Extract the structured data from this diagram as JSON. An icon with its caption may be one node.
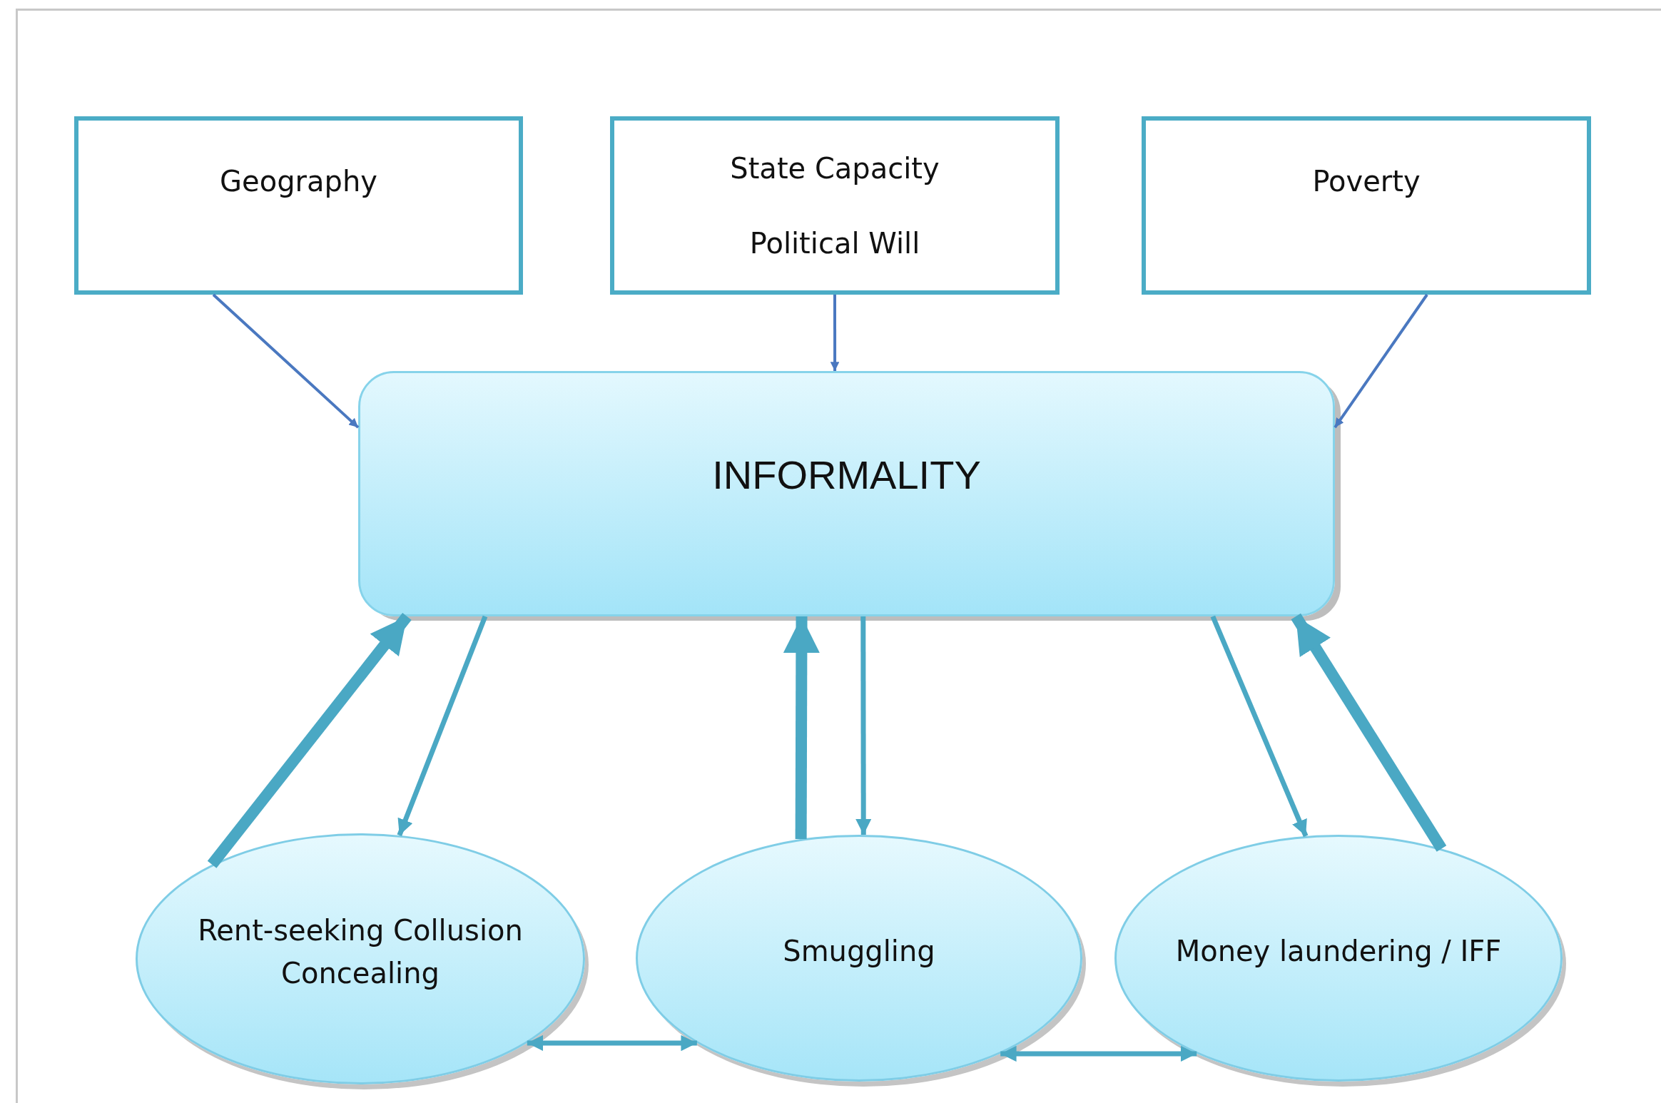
{
  "diagram": {
    "nodes": [
      {
        "text": [
          "Geography"
        ]
      },
      {
        "text": [
          "State Capacity",
          "Political Will"
        ]
      },
      {
        "text": [
          "Poverty"
        ]
      },
      {
        "text": [
          "INFORMALITY"
        ]
      },
      {
        "text": [
          "Rent-seeking Collusion Concealing"
        ]
      },
      {
        "text": [
          "Smuggling"
        ]
      },
      {
        "text": [
          "Money laundering / IFF"
        ]
      }
    ],
    "edges": [
      {
        "from": 0,
        "to": 3,
        "arrow": "to",
        "color": "#4a78c0"
      },
      {
        "from": 1,
        "to": 3,
        "arrow": "to",
        "color": "#4a78c0"
      },
      {
        "from": 2,
        "to": 3,
        "arrow": "to",
        "color": "#4a78c0"
      },
      {
        "from": 4,
        "to": 3,
        "arrow": "to",
        "style": "thick"
      },
      {
        "from": 3,
        "to": 4,
        "arrow": "to"
      },
      {
        "from": 5,
        "to": 3,
        "arrow": "to",
        "style": "thick"
      },
      {
        "from": 3,
        "to": 5,
        "arrow": "to"
      },
      {
        "from": 6,
        "to": 3,
        "arrow": "to",
        "style": "thick"
      },
      {
        "from": 3,
        "to": 6,
        "arrow": "to"
      },
      {
        "from": 4,
        "to": 5,
        "arrow": "both"
      },
      {
        "from": 5,
        "to": 6,
        "arrow": "both"
      }
    ]
  }
}
